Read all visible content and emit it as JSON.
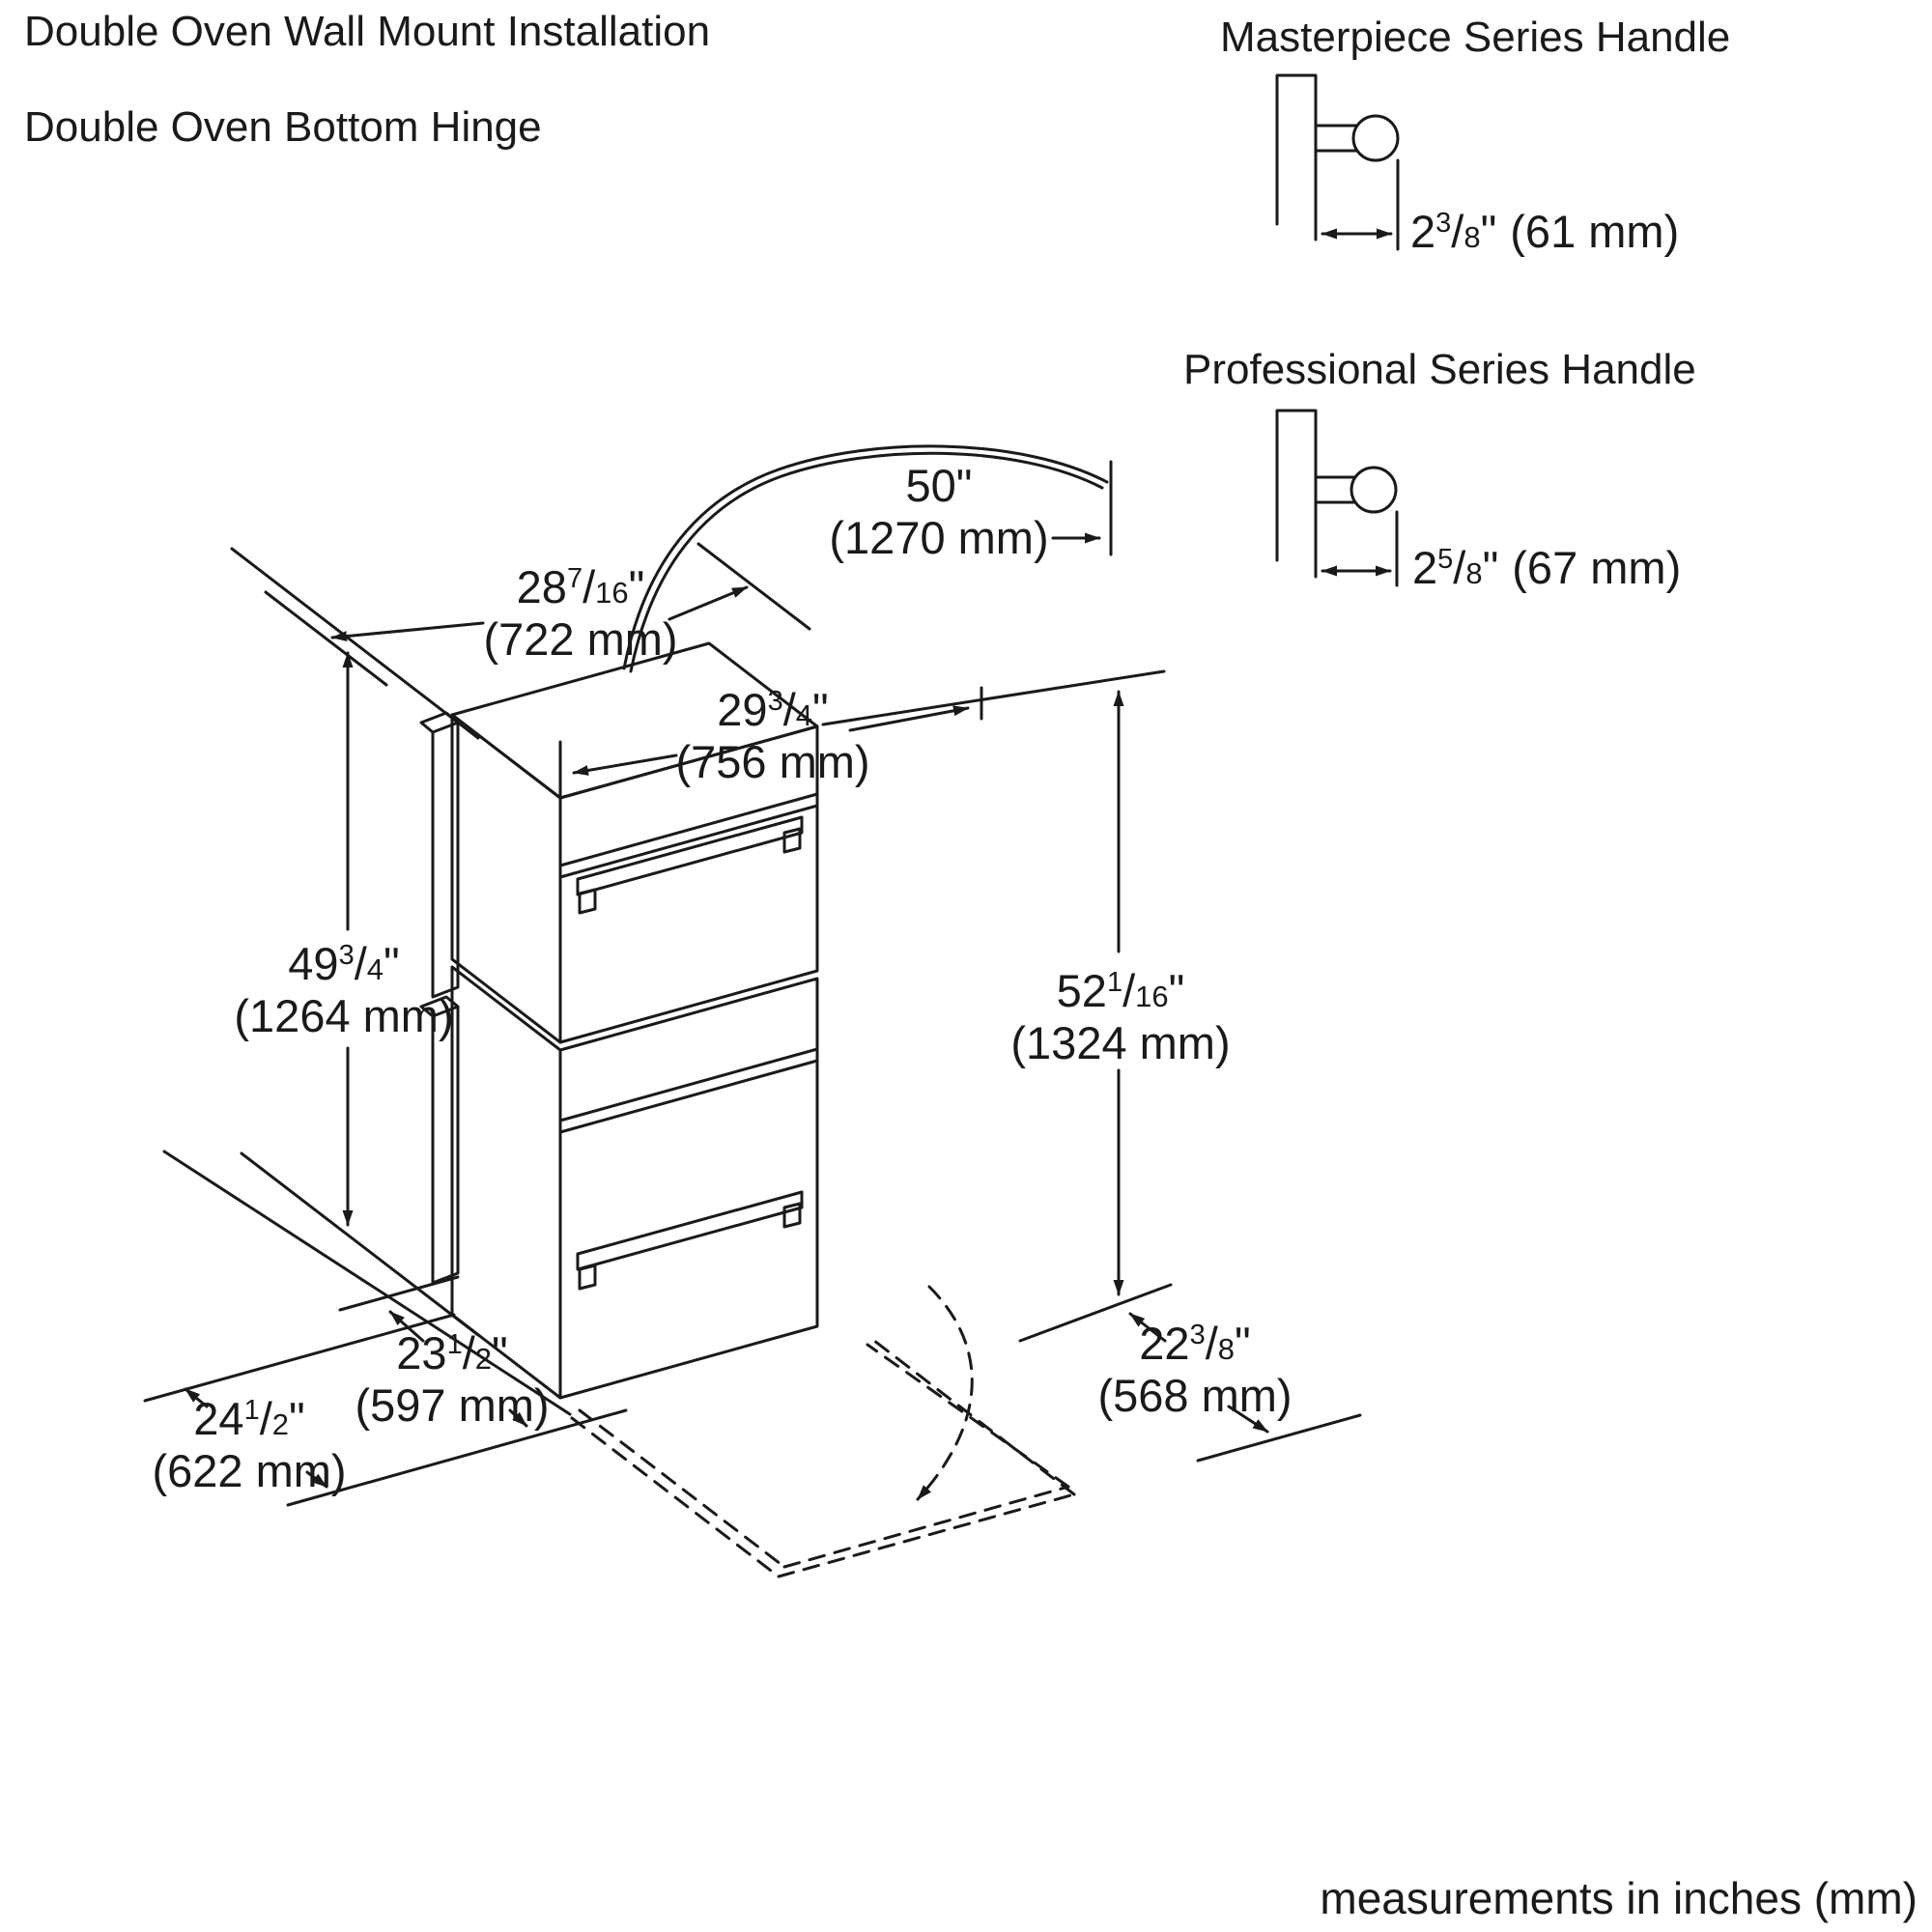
{
  "page": {
    "title_line1": "Double Oven Wall Mount Installation",
    "title_line2": "Double Oven Bottom Hinge"
  },
  "handles": {
    "masterpiece": {
      "title": "Masterpiece Series Handle",
      "dim": {
        "whole": "2",
        "frac_num": "3",
        "frac_slash": "/",
        "frac_den": "8",
        "inch": "\"",
        "metric": "(61 mm)"
      }
    },
    "professional": {
      "title": "Professional Series Handle",
      "dim": {
        "whole": "2",
        "frac_num": "5",
        "frac_slash": "/",
        "frac_den": "8",
        "inch": "\"",
        "metric": "(67 mm)"
      }
    }
  },
  "dimensions": {
    "cord_length": {
      "whole": "50",
      "inch": "\"",
      "metric": "(1270 mm)"
    },
    "depth_top": {
      "whole": "28",
      "frac_num": "7",
      "frac_slash": "/",
      "frac_den": "16",
      "inch": "\"",
      "metric": "(722 mm)"
    },
    "width_top": {
      "whole": "29",
      "frac_num": "3",
      "frac_slash": "/",
      "frac_den": "4",
      "inch": "\"",
      "metric": "(756 mm)"
    },
    "height_left": {
      "whole": "49",
      "frac_num": "3",
      "frac_slash": "/",
      "frac_den": "4",
      "inch": "\"",
      "metric": "(1264 mm)"
    },
    "height_right": {
      "whole": "52",
      "frac_num": "1",
      "frac_slash": "/",
      "frac_den": "16",
      "inch": "\"",
      "metric": "(1324 mm)"
    },
    "depth_cabinet": {
      "whole": "23",
      "frac_num": "1",
      "frac_slash": "/",
      "frac_den": "2",
      "inch": "\"",
      "metric": "(597 mm)"
    },
    "depth_overall": {
      "whole": "24",
      "frac_num": "1",
      "frac_slash": "/",
      "frac_den": "2",
      "inch": "\"",
      "metric": "(622 mm)"
    },
    "door_clearance": {
      "whole": "22",
      "frac_num": "3",
      "frac_slash": "/",
      "frac_den": "8",
      "inch": "\"",
      "metric": "(568 mm)"
    }
  },
  "footer": {
    "note": "measurements in inches (mm)"
  },
  "colors": {
    "line": "#1a1a1a",
    "background": "#ffffff"
  }
}
